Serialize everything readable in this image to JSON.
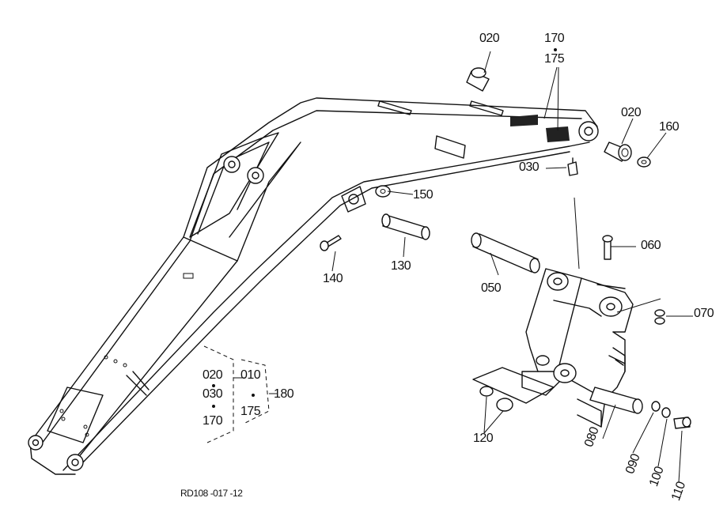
{
  "callouts": {
    "p020_top": "020",
    "p170_top": "170",
    "p175_top": "175",
    "p020_right": "020",
    "p160": "160",
    "p030": "030",
    "p150": "150",
    "p060": "060",
    "p070": "070",
    "p130": "130",
    "p140": "140",
    "p050": "050",
    "p120": "120",
    "p080": "080",
    "p090": "090",
    "p100": "100",
    "p110": "110"
  },
  "kit": {
    "a": "020",
    "b": "010",
    "c": "030",
    "d": "170",
    "e": "175",
    "f": "180"
  },
  "drawing_code": "RD108 -017 -12"
}
